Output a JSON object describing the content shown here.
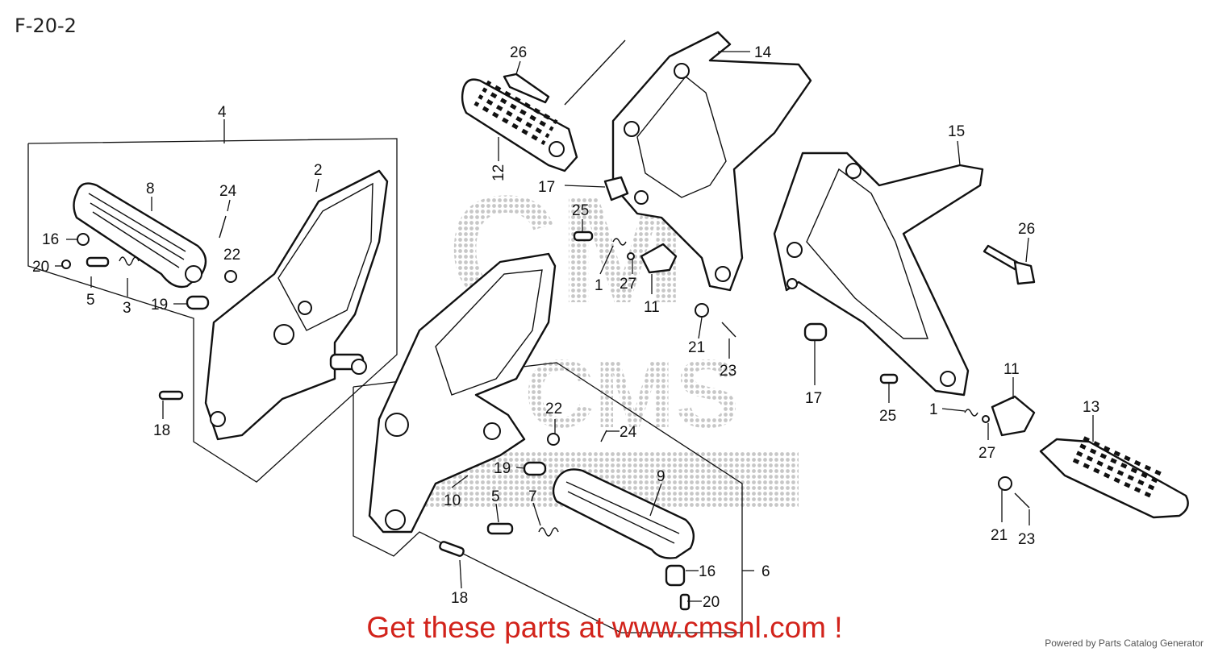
{
  "diagram": {
    "title": "F-20-2",
    "cta": "Get these parts at www.cmsnl.com !",
    "footer": "Powered by Parts Catalog Generator",
    "watermark": "CMS",
    "callouts": [
      {
        "id": "c4",
        "label": "4"
      },
      {
        "id": "c2",
        "label": "2"
      },
      {
        "id": "c8",
        "label": "8"
      },
      {
        "id": "c24a",
        "label": "24"
      },
      {
        "id": "c16a",
        "label": "16"
      },
      {
        "id": "c22a",
        "label": "22"
      },
      {
        "id": "c20a",
        "label": "20"
      },
      {
        "id": "c5a",
        "label": "5"
      },
      {
        "id": "c3",
        "label": "3"
      },
      {
        "id": "c19a",
        "label": "19"
      },
      {
        "id": "c18a",
        "label": "18"
      },
      {
        "id": "c26a",
        "label": "26"
      },
      {
        "id": "c14",
        "label": "14"
      },
      {
        "id": "c12",
        "label": "12"
      },
      {
        "id": "c17a",
        "label": "17"
      },
      {
        "id": "c25a",
        "label": "25"
      },
      {
        "id": "c1a",
        "label": "1"
      },
      {
        "id": "c27a",
        "label": "27"
      },
      {
        "id": "c11a",
        "label": "11"
      },
      {
        "id": "c21a",
        "label": "21"
      },
      {
        "id": "c23a",
        "label": "23"
      },
      {
        "id": "c15",
        "label": "15"
      },
      {
        "id": "c26b",
        "label": "26"
      },
      {
        "id": "c17b",
        "label": "17"
      },
      {
        "id": "c25b",
        "label": "25"
      },
      {
        "id": "c1b",
        "label": "1"
      },
      {
        "id": "c11b",
        "label": "11"
      },
      {
        "id": "c27b",
        "label": "27"
      },
      {
        "id": "c13",
        "label": "13"
      },
      {
        "id": "c21b",
        "label": "21"
      },
      {
        "id": "c23b",
        "label": "23"
      },
      {
        "id": "c22b",
        "label": "22"
      },
      {
        "id": "c24b",
        "label": "24"
      },
      {
        "id": "c19b",
        "label": "19"
      },
      {
        "id": "c10",
        "label": "10"
      },
      {
        "id": "c5b",
        "label": "5"
      },
      {
        "id": "c7",
        "label": "7"
      },
      {
        "id": "c9",
        "label": "9"
      },
      {
        "id": "c16b",
        "label": "16"
      },
      {
        "id": "c6",
        "label": "6"
      },
      {
        "id": "c20b",
        "label": "20"
      },
      {
        "id": "c18b",
        "label": "18"
      }
    ]
  }
}
